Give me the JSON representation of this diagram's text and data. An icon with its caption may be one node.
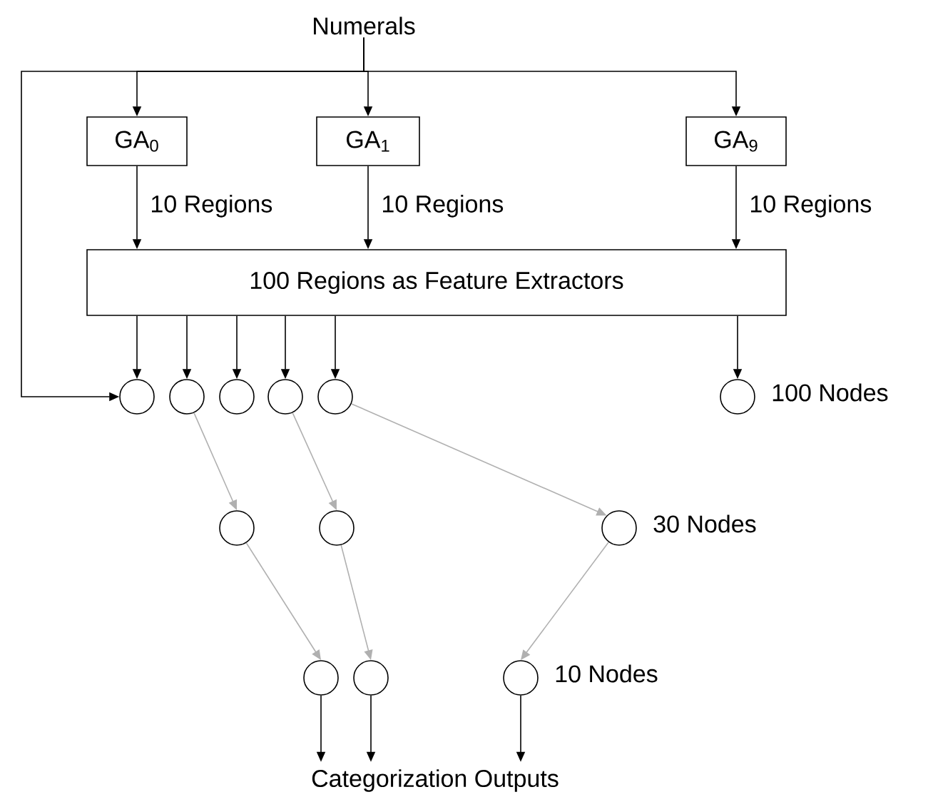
{
  "diagram": {
    "nodes": [
      {
        "text": [
          "Numerals"
        ]
      },
      {
        "text": [
          "GA$_{0}$"
        ]
      },
      {
        "text": [
          "GA$_{1}$"
        ]
      },
      {
        "text": [
          "GA$_{9}$"
        ]
      },
      {
        "text": [
          "100 Regions as Feature Extractors"
        ]
      },
      {
        "text": [],
        "shape": "circle"
      },
      {
        "text": [],
        "shape": "circle"
      },
      {
        "text": [],
        "shape": "circle"
      },
      {
        "text": [],
        "shape": "circle"
      },
      {
        "text": [],
        "shape": "circle"
      },
      {
        "text": [],
        "shape": "circle",
        "beside": [
          "100 Nodes"
        ]
      },
      {
        "text": [],
        "shape": "circle"
      },
      {
        "text": [],
        "shape": "circle"
      },
      {
        "text": [],
        "shape": "circle",
        "beside": [
          "30 Nodes"
        ]
      },
      {
        "text": [],
        "shape": "circle"
      },
      {
        "text": [],
        "shape": "circle"
      },
      {
        "text": [],
        "shape": "circle",
        "beside": [
          "10 Nodes"
        ]
      },
      {
        "text": [
          "Categorization Outputs"
        ]
      }
    ],
    "edges": [
      {
        "from": 0,
        "to": 1,
        "arrow": "to"
      },
      {
        "from": 0,
        "to": 2,
        "arrow": "to"
      },
      {
        "from": 0,
        "to": 3,
        "arrow": "to"
      },
      {
        "from": 0,
        "to": 5,
        "arrow": "to"
      },
      {
        "from": 1,
        "to": 4,
        "arrow": "to",
        "label": "10 Regions"
      },
      {
        "from": 2,
        "to": 4,
        "arrow": "to",
        "label": "10 Regions"
      },
      {
        "from": 3,
        "to": 4,
        "arrow": "to",
        "label": "10 Regions"
      },
      {
        "from": 4,
        "to": 5,
        "arrow": "to"
      },
      {
        "from": 4,
        "to": 6,
        "arrow": "to"
      },
      {
        "from": 4,
        "to": 7,
        "arrow": "to"
      },
      {
        "from": 4,
        "to": 8,
        "arrow": "to"
      },
      {
        "from": 4,
        "to": 9,
        "arrow": "to"
      },
      {
        "from": 4,
        "to": 10,
        "arrow": "to"
      },
      {
        "from": 6,
        "to": 11,
        "arrow": "to",
        "color": "#b0b0b0"
      },
      {
        "from": 8,
        "to": 12,
        "arrow": "to",
        "color": "#b0b0b0"
      },
      {
        "from": 9,
        "to": 13,
        "arrow": "to",
        "color": "#b0b0b0"
      },
      {
        "from": 11,
        "to": 14,
        "arrow": "to",
        "color": "#b0b0b0"
      },
      {
        "from": 12,
        "to": 15,
        "arrow": "to",
        "color": "#b0b0b0"
      },
      {
        "from": 13,
        "to": 16,
        "arrow": "to",
        "color": "#b0b0b0"
      },
      {
        "from": 14,
        "to": 17,
        "arrow": "to"
      },
      {
        "from": 15,
        "to": 17,
        "arrow": "to"
      },
      {
        "from": 16,
        "to": 17,
        "arrow": "to"
      }
    ]
  }
}
